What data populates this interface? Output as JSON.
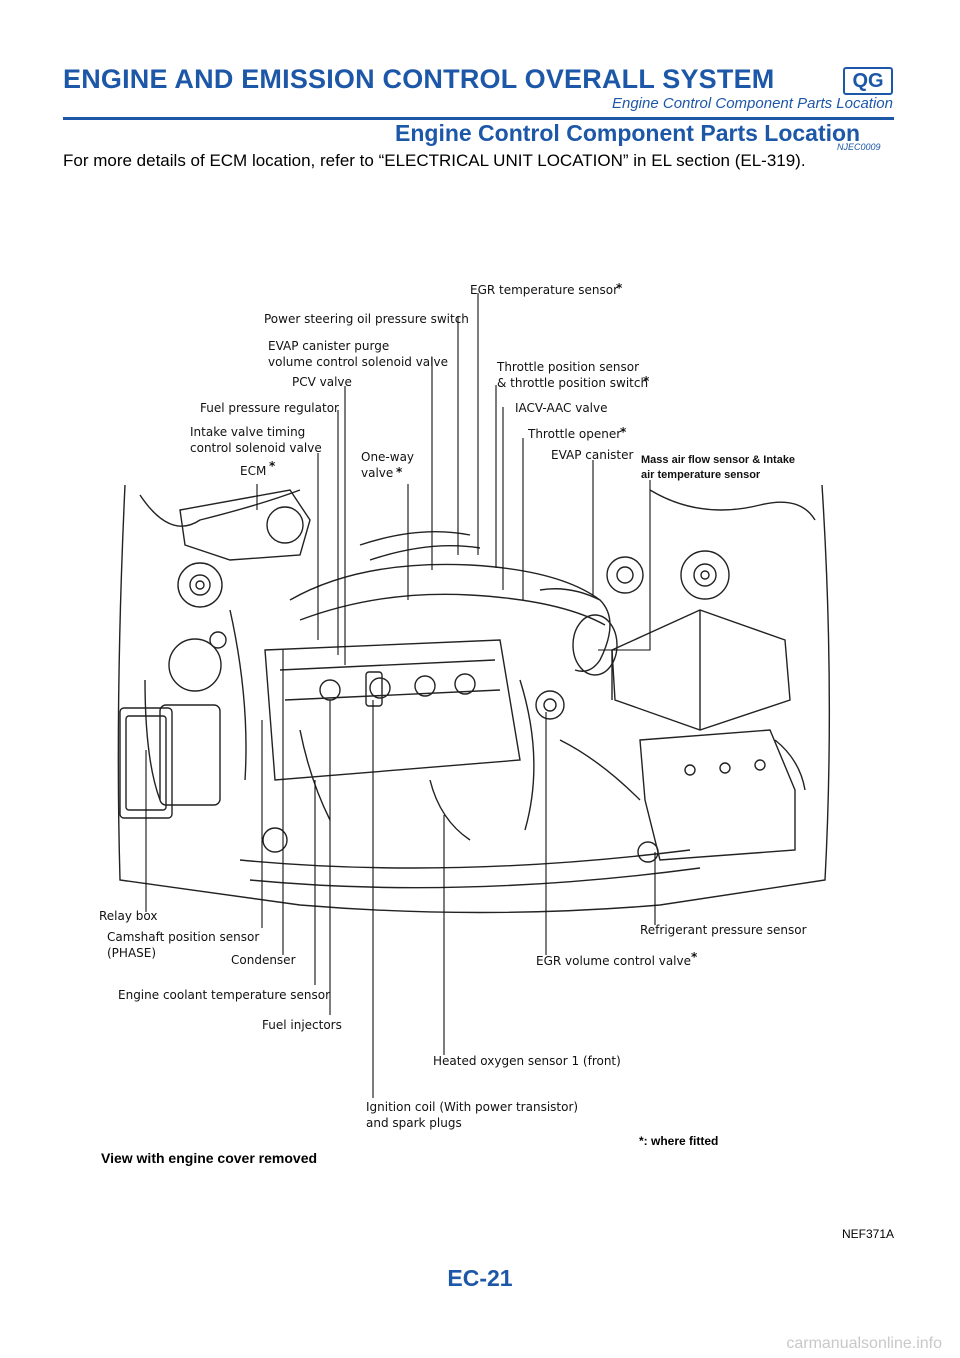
{
  "header": {
    "title": "ENGINE AND EMISSION CONTROL OVERALL SYSTEM",
    "badge": "QG",
    "subtitle": "Engine Control Component Parts Location"
  },
  "section": {
    "title": "Engine Control Component Parts Location",
    "code": "NJEC0009",
    "intro": "For more details of ECM location, refer to “ELECTRICAL UNIT LOCATION” in EL section (EL-319)."
  },
  "labels": {
    "egr_temp": "EGR temperature sensor",
    "ps_switch": "Power steering oil pressure switch",
    "evap_purge_1": "EVAP canister purge",
    "evap_purge_2": "volume control solenoid valve",
    "tps_1": "Throttle position sensor",
    "tps_2": "& throttle position switch",
    "pcv": "PCV valve",
    "fuel_reg": "Fuel pressure regulator",
    "iacv": "IACV-AAC valve",
    "ivt_1": "Intake valve timing",
    "ivt_2": "control  solenoid valve",
    "throttle_opener": "Throttle opener",
    "one_way_1": "One-way",
    "one_way_2": "valve",
    "evap_canister": "EVAP canister",
    "maf_1": "Mass air flow sensor & Intake",
    "maf_2": "air temperature sensor",
    "ecm": "ECM",
    "relay_box": "Relay box",
    "cmp_1": "Camshaft position sensor",
    "cmp_2": "(PHASE)",
    "condenser": "Condenser",
    "ect": "Engine coolant temperature sensor",
    "injectors": "Fuel injectors",
    "refrig": "Refrigerant pressure sensor",
    "egr_valve": "EGR volume control valve",
    "o2": "Heated oxygen sensor 1 (front)",
    "coil_1": "Ignition coil (With power transistor)",
    "coil_2": "and spark plugs",
    "asterisk": "*"
  },
  "footnote": "*: where fitted",
  "caption": "View with engine cover removed",
  "figure_id": "NEF371A",
  "page_number": "EC-21",
  "watermark": "carmanualsonline.info"
}
